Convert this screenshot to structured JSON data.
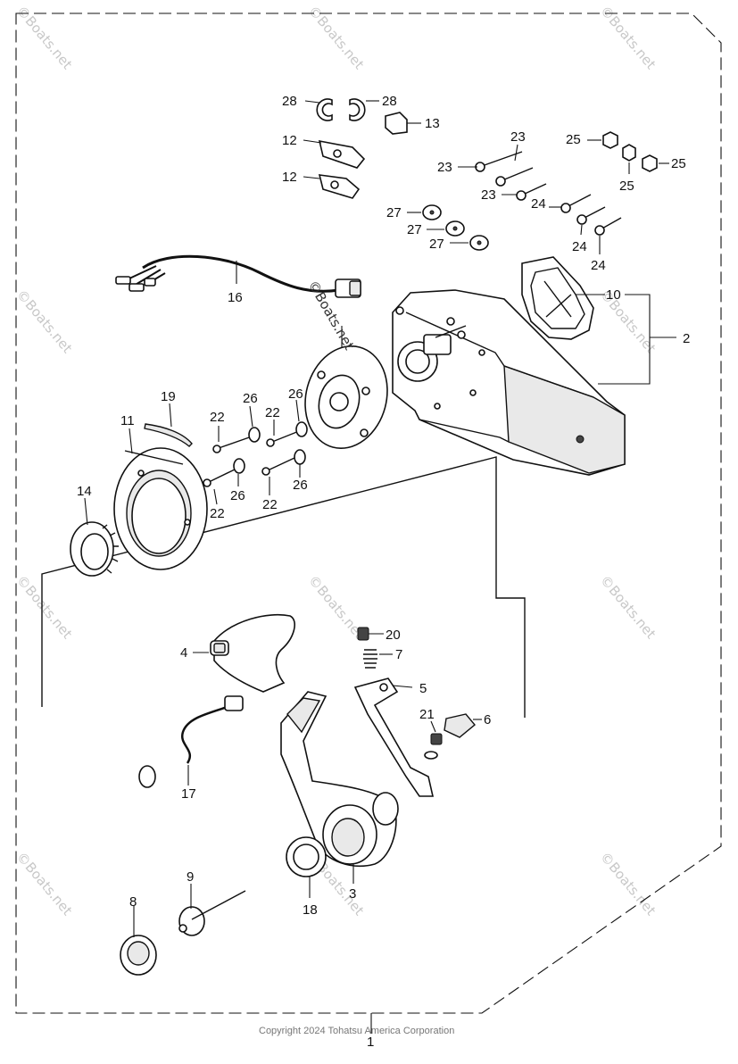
{
  "copyright": "Copyright 2024 Tohatsu America Corporation",
  "watermark": "©Boats.net",
  "callouts": {
    "c1": "1",
    "c2": "2",
    "c3": "3",
    "c4": "4",
    "c5": "5",
    "c6": "6",
    "c7": "7",
    "c8": "8",
    "c9": "9",
    "c10": "10",
    "c11": "11",
    "c12": "12",
    "c13": "13",
    "c14": "14",
    "c16": "16",
    "c17": "17",
    "c18": "18",
    "c19": "19",
    "c20": "20",
    "c21": "21",
    "c22": "22",
    "c23": "23",
    "c24": "24",
    "c25": "25",
    "c26": "26",
    "c27": "27",
    "c28": "28"
  }
}
